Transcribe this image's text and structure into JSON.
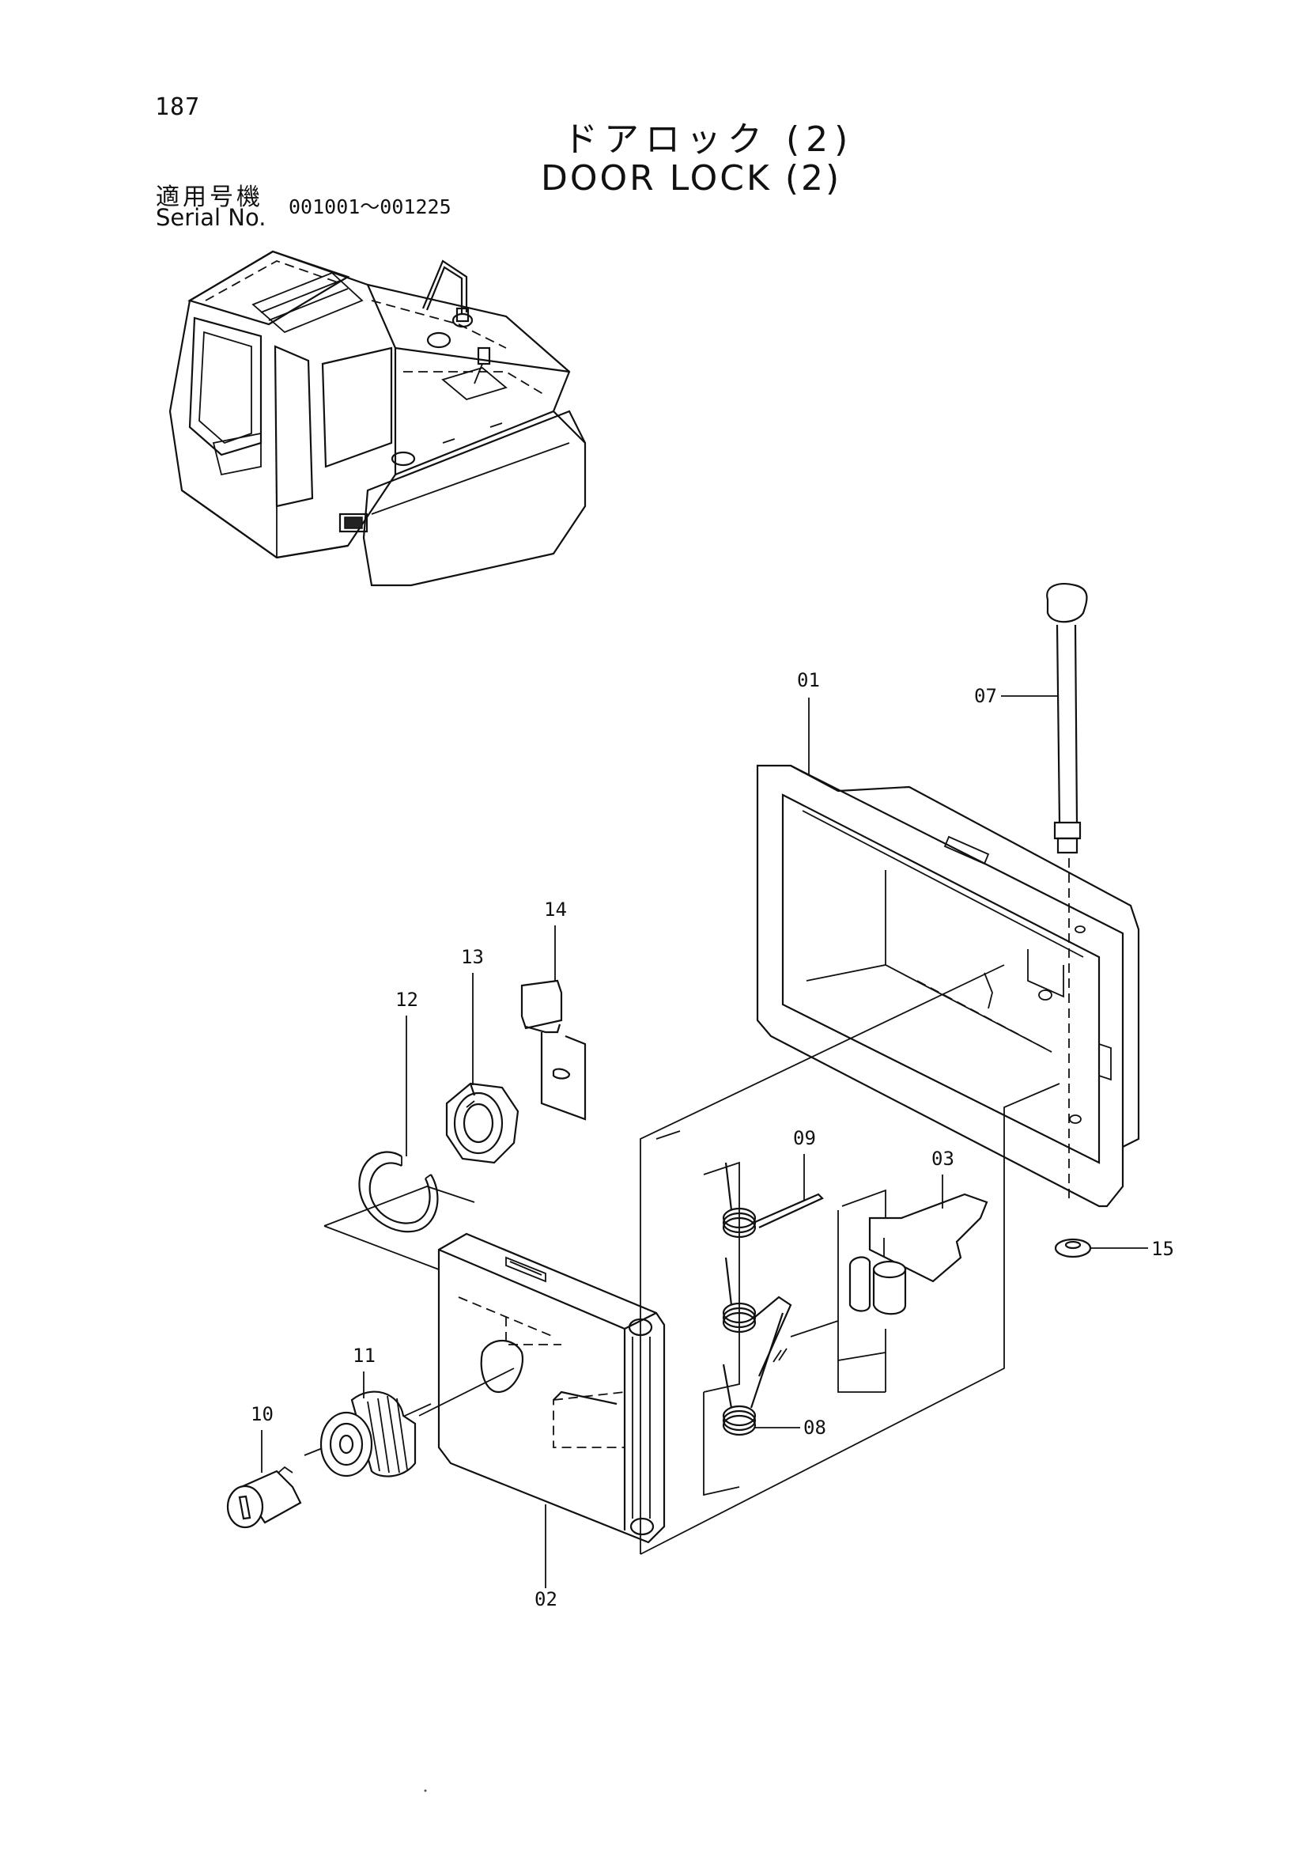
{
  "header": {
    "page_number": "187",
    "title_jp": "ドアロック (2)",
    "title_en": "DOOR LOCK (2)",
    "serial_label_jp": "適用号機",
    "serial_label_en": "Serial No.",
    "serial_range": "001001～001225"
  },
  "callouts": {
    "p01": "01",
    "p02": "02",
    "p03": "03",
    "p07": "07",
    "p08": "08",
    "p09": "09",
    "p10": "10",
    "p11": "11",
    "p12": "12",
    "p13": "13",
    "p14": "14",
    "p15": "15"
  }
}
